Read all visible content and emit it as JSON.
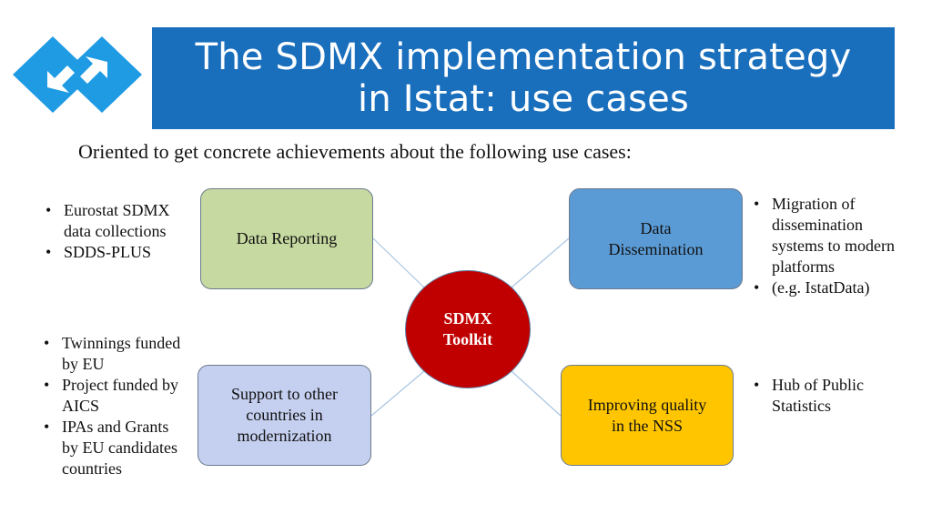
{
  "title": {
    "line1": "The SDMX implementation strategy",
    "line2": "in Istat: use cases"
  },
  "subtitle": "Oriented to get concrete achievements about the following use cases:",
  "hub": {
    "line1": "SDMX",
    "line2": "Toolkit"
  },
  "boxes": {
    "reporting": "Data Reporting",
    "dissemination": {
      "line1": "Data",
      "line2": "Dissemination"
    },
    "support": {
      "line1": "Support to other",
      "line2": "countries in",
      "line3": "modernization"
    },
    "quality": {
      "line1": "Improving quality",
      "line2": "in the NSS"
    }
  },
  "notes": {
    "top_left": [
      "Eurostat SDMX data collections",
      "SDDS-PLUS"
    ],
    "top_right": [
      "Migration of dissemination systems to modern platforms",
      "(e.g. IstatData)"
    ],
    "mid_left": [
      "Twinnings funded by EU",
      "Project funded by AICS",
      "IPAs and Grants by EU candidates countries"
    ],
    "bottom_right": [
      "Hub of Public Statistics"
    ]
  },
  "colors": {
    "title_bg": "#1a6fbd",
    "logo": "#1f9be3",
    "hub": "#c00000",
    "reporting": "#c6d9a0",
    "dissemination": "#5b9bd5",
    "support": "#c5d0f0",
    "quality": "#ffc600"
  }
}
